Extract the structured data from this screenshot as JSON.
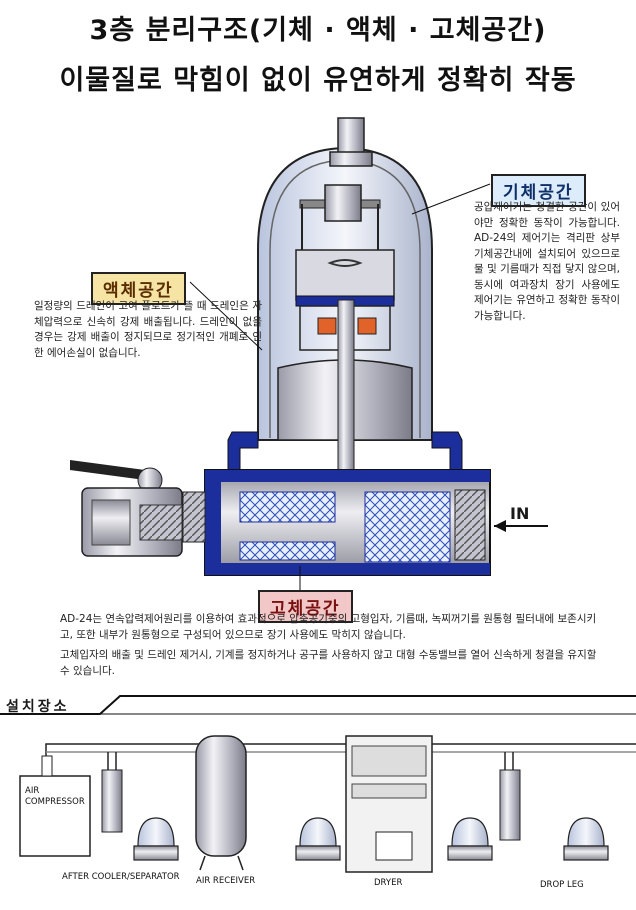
{
  "title_line1": "3층 분리구조(기체 · 액체 · 고체공간)",
  "title_line2": "이물질로 막힘이 없이 유연하게 정확히 작동",
  "gas_label": "기체공간",
  "gas_desc": "공압제어기는 청결한 공간이 있어야만 정확한 동작이 가능합니다. AD-24의 제어기는 격리판 상부 기체공간내에 설치되어 있으므로 물 및 기름때가 직접 닿지 않으며, 동시에 여과장치 장기 사용에도 제어기는 유연하고 정확한 동작이 가능합니다.",
  "liquid_label": "액체공간",
  "liquid_desc": "일정량의 드레인이 고여 플로트가 뜰 때 드레인은 자체압력으로 신속히 강제 배출됩니다. 드레인이 없을 경우는 강제 배출이 정지되므로 정기적인 개폐로 인한 에어손실이 없습니다.",
  "solid_label": "고체공간",
  "in_label": "IN",
  "bottom_para1": "AD-24는 연속압력제어원리를 이용하여 효과적으로 압축공기중의 고형입자, 기름때, 녹찌꺼기를 원통형 필터내에 보존시키고, 또한 내부가 원통형으로 구성되어 있으므로 장기 사용에도 막히지 않습니다.",
  "bottom_para2": "고체입자의 배출 및 드레인 제거시, 기계를 정지하거나 공구를 사용하지 않고 대형 수동밸브를 열어 신속하게 청결을 유지할수 있습니다.",
  "install_heading": "설치장소",
  "air_compressor_line1": "AIR",
  "air_compressor_line2": "COMPRESSOR",
  "cap_after_cooler": "AFTER COOLER/SEPARATOR",
  "cap_air_receiver": "AIR RECEIVER",
  "cap_dryer": "DRYER",
  "cap_drop_leg": "DROP LEG",
  "colors": {
    "accent_blue": "#1c2e9c",
    "orange_seal": "#e2632a",
    "gas_box": "#dcecfa",
    "liquid_box": "#f6e4a4",
    "solid_box": "#f2c7c7"
  }
}
